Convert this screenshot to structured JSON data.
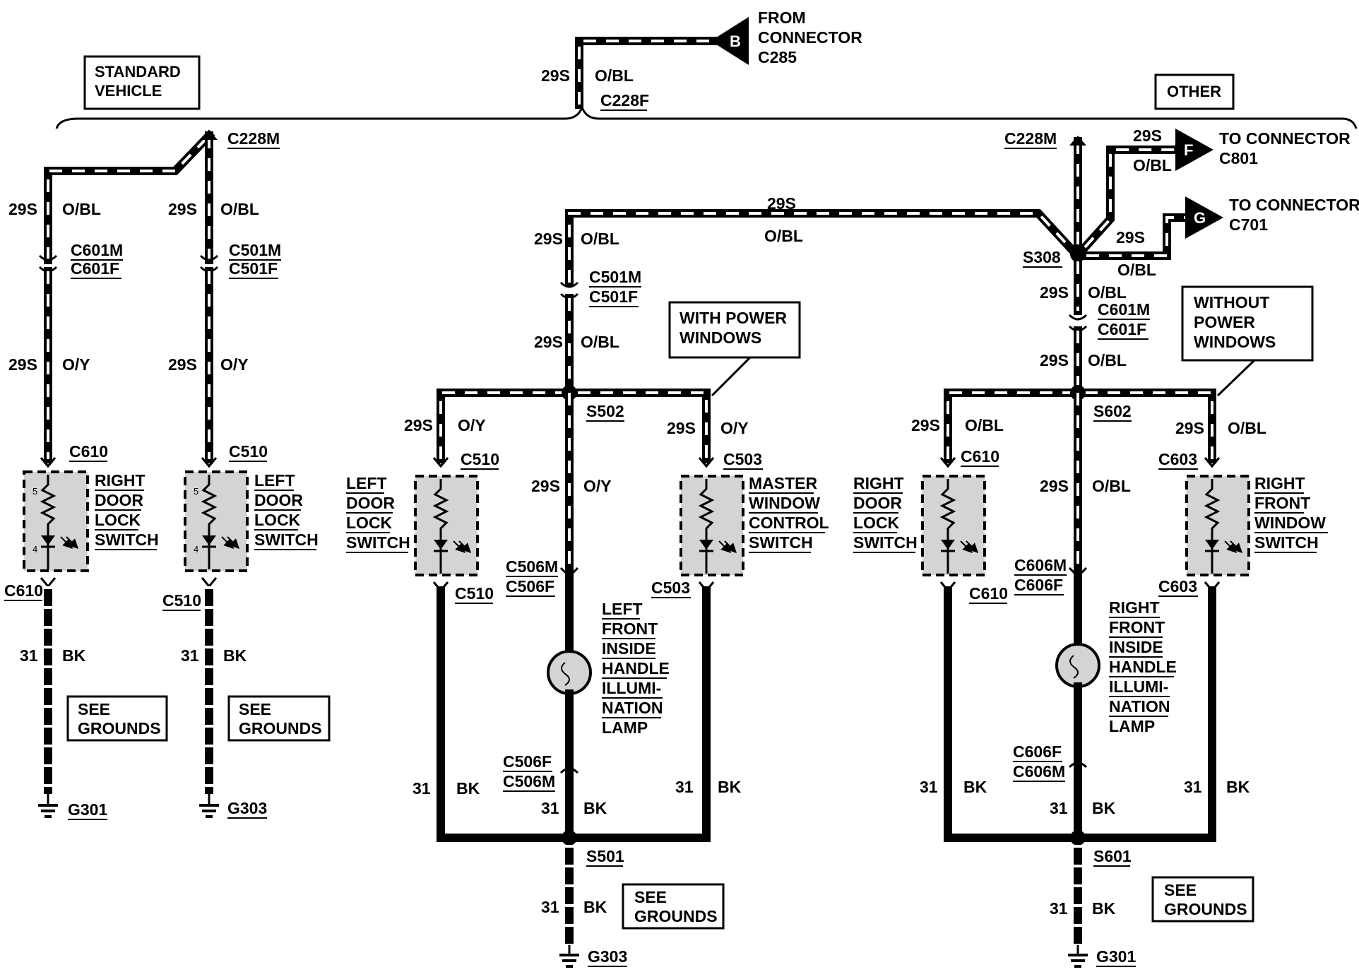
{
  "labels": {
    "standard_vehicle": [
      "STANDARD",
      "VEHICLE"
    ],
    "other": "OTHER",
    "from_connector": [
      "FROM",
      "CONNECTOR",
      "C285"
    ],
    "to_connector_f": [
      "TO CONNECTOR",
      "C801"
    ],
    "to_connector_g": [
      "TO CONNECTOR",
      "C701"
    ],
    "with_power_windows": [
      "WITH POWER",
      "WINDOWS"
    ],
    "without_power_windows": [
      "WITHOUT",
      "POWER",
      "WINDOWS"
    ],
    "see_grounds": [
      "SEE",
      "GROUNDS"
    ],
    "connector_b": "B",
    "connector_f": "F",
    "connector_g": "G"
  },
  "circuits": {
    "c29s": "29S",
    "c31": "31",
    "obl": "O/BL",
    "oy": "O/Y",
    "bk": "BK"
  },
  "connectors": {
    "c228f": "C228F",
    "c228m": "C228M",
    "c601m": "C601M",
    "c601f": "C601F",
    "c501m": "C501M",
    "c501f": "C501F",
    "c610": "C610",
    "c510": "C510",
    "c503": "C503",
    "c603": "C603",
    "c506m": "C506M",
    "c506f": "C506F",
    "c606m": "C606M",
    "c606f": "C606F",
    "s308": "S308",
    "s502": "S502",
    "s501": "S501",
    "s602": "S602",
    "s601": "S601",
    "g301": "G301",
    "g303": "G303"
  },
  "components": {
    "right_door_lock_switch": [
      "RIGHT",
      "DOOR",
      "LOCK",
      "SWITCH"
    ],
    "left_door_lock_switch": [
      "LEFT",
      "DOOR",
      "LOCK",
      "SWITCH"
    ],
    "master_window_control_switch": [
      "MASTER",
      "WINDOW",
      "CONTROL",
      "SWITCH"
    ],
    "right_front_window_switch": [
      "RIGHT",
      "FRONT",
      "WINDOW",
      "SWITCH"
    ],
    "left_front_lamp": [
      "LEFT",
      "FRONT",
      "INSIDE",
      "HANDLE",
      "ILLUMI-",
      "NATION",
      "LAMP"
    ],
    "right_front_lamp": [
      "RIGHT",
      "FRONT",
      "INSIDE",
      "HANDLE",
      "ILLUMI-",
      "NATION",
      "LAMP"
    ]
  },
  "pins": {
    "p5": "5",
    "p4": "4"
  }
}
